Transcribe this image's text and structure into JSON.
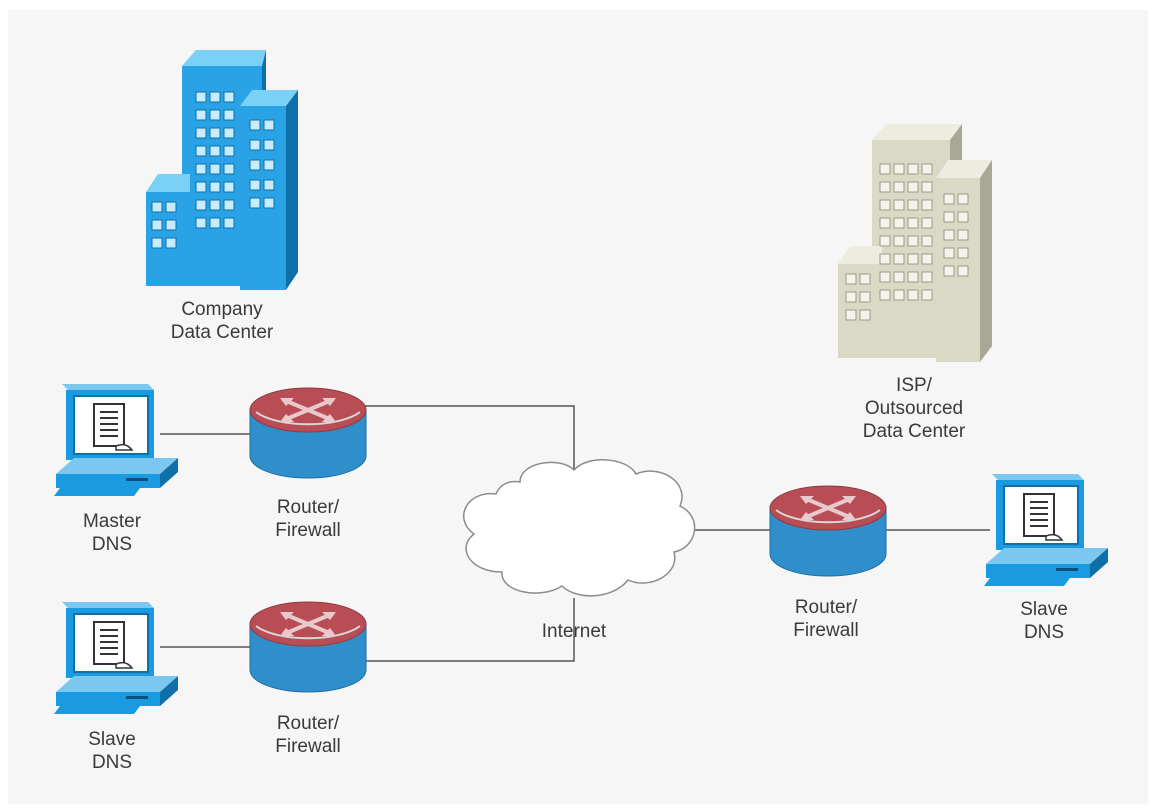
{
  "diagram": {
    "nodes": {
      "company_dc": {
        "line1": "Company",
        "line2": "Data Center",
        "color": "#2aa3e6"
      },
      "isp_dc": {
        "line1": "ISP/",
        "line2": "Outsourced",
        "line3": "Data Center",
        "color": "#d9d9c6"
      },
      "master_dns": {
        "line1": "Master",
        "line2": "DNS"
      },
      "slave_dns_left": {
        "line1": "Slave",
        "line2": "DNS"
      },
      "slave_dns_right": {
        "line1": "Slave",
        "line2": "DNS"
      },
      "router_top": {
        "line1": "Router/",
        "line2": "Firewall"
      },
      "router_bottom": {
        "line1": "Router/",
        "line2": "Firewall"
      },
      "router_right": {
        "line1": "Router/",
        "line2": "Firewall"
      },
      "internet": {
        "label": "Internet"
      }
    },
    "colors": {
      "router_top": "#b94d55",
      "router_body": "#2f8fcb",
      "computer": "#1a9ae0",
      "link": "#555555"
    }
  }
}
